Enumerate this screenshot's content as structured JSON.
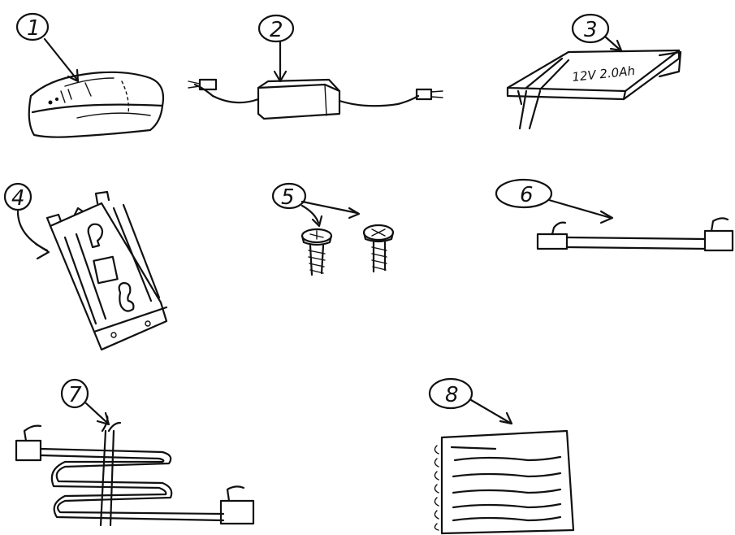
{
  "callouts": [
    "1",
    "2",
    "3",
    "4",
    "5",
    "6",
    "7",
    "8"
  ],
  "labels": {
    "battery": "12V 2.0Ah"
  },
  "colors": {
    "ink": "#111111",
    "paper": "#ffffff"
  },
  "items": [
    {
      "callout": "1",
      "icon": "device-housing-icon"
    },
    {
      "callout": "2",
      "icon": "power-adapter-icon"
    },
    {
      "callout": "3",
      "icon": "battery-pack-icon"
    },
    {
      "callout": "4",
      "icon": "mounting-bracket-icon"
    },
    {
      "callout": "5",
      "icon": "screws-icon"
    },
    {
      "callout": "6",
      "icon": "short-cable-icon"
    },
    {
      "callout": "7",
      "icon": "coiled-cable-icon"
    },
    {
      "callout": "8",
      "icon": "notebook-icon"
    }
  ]
}
